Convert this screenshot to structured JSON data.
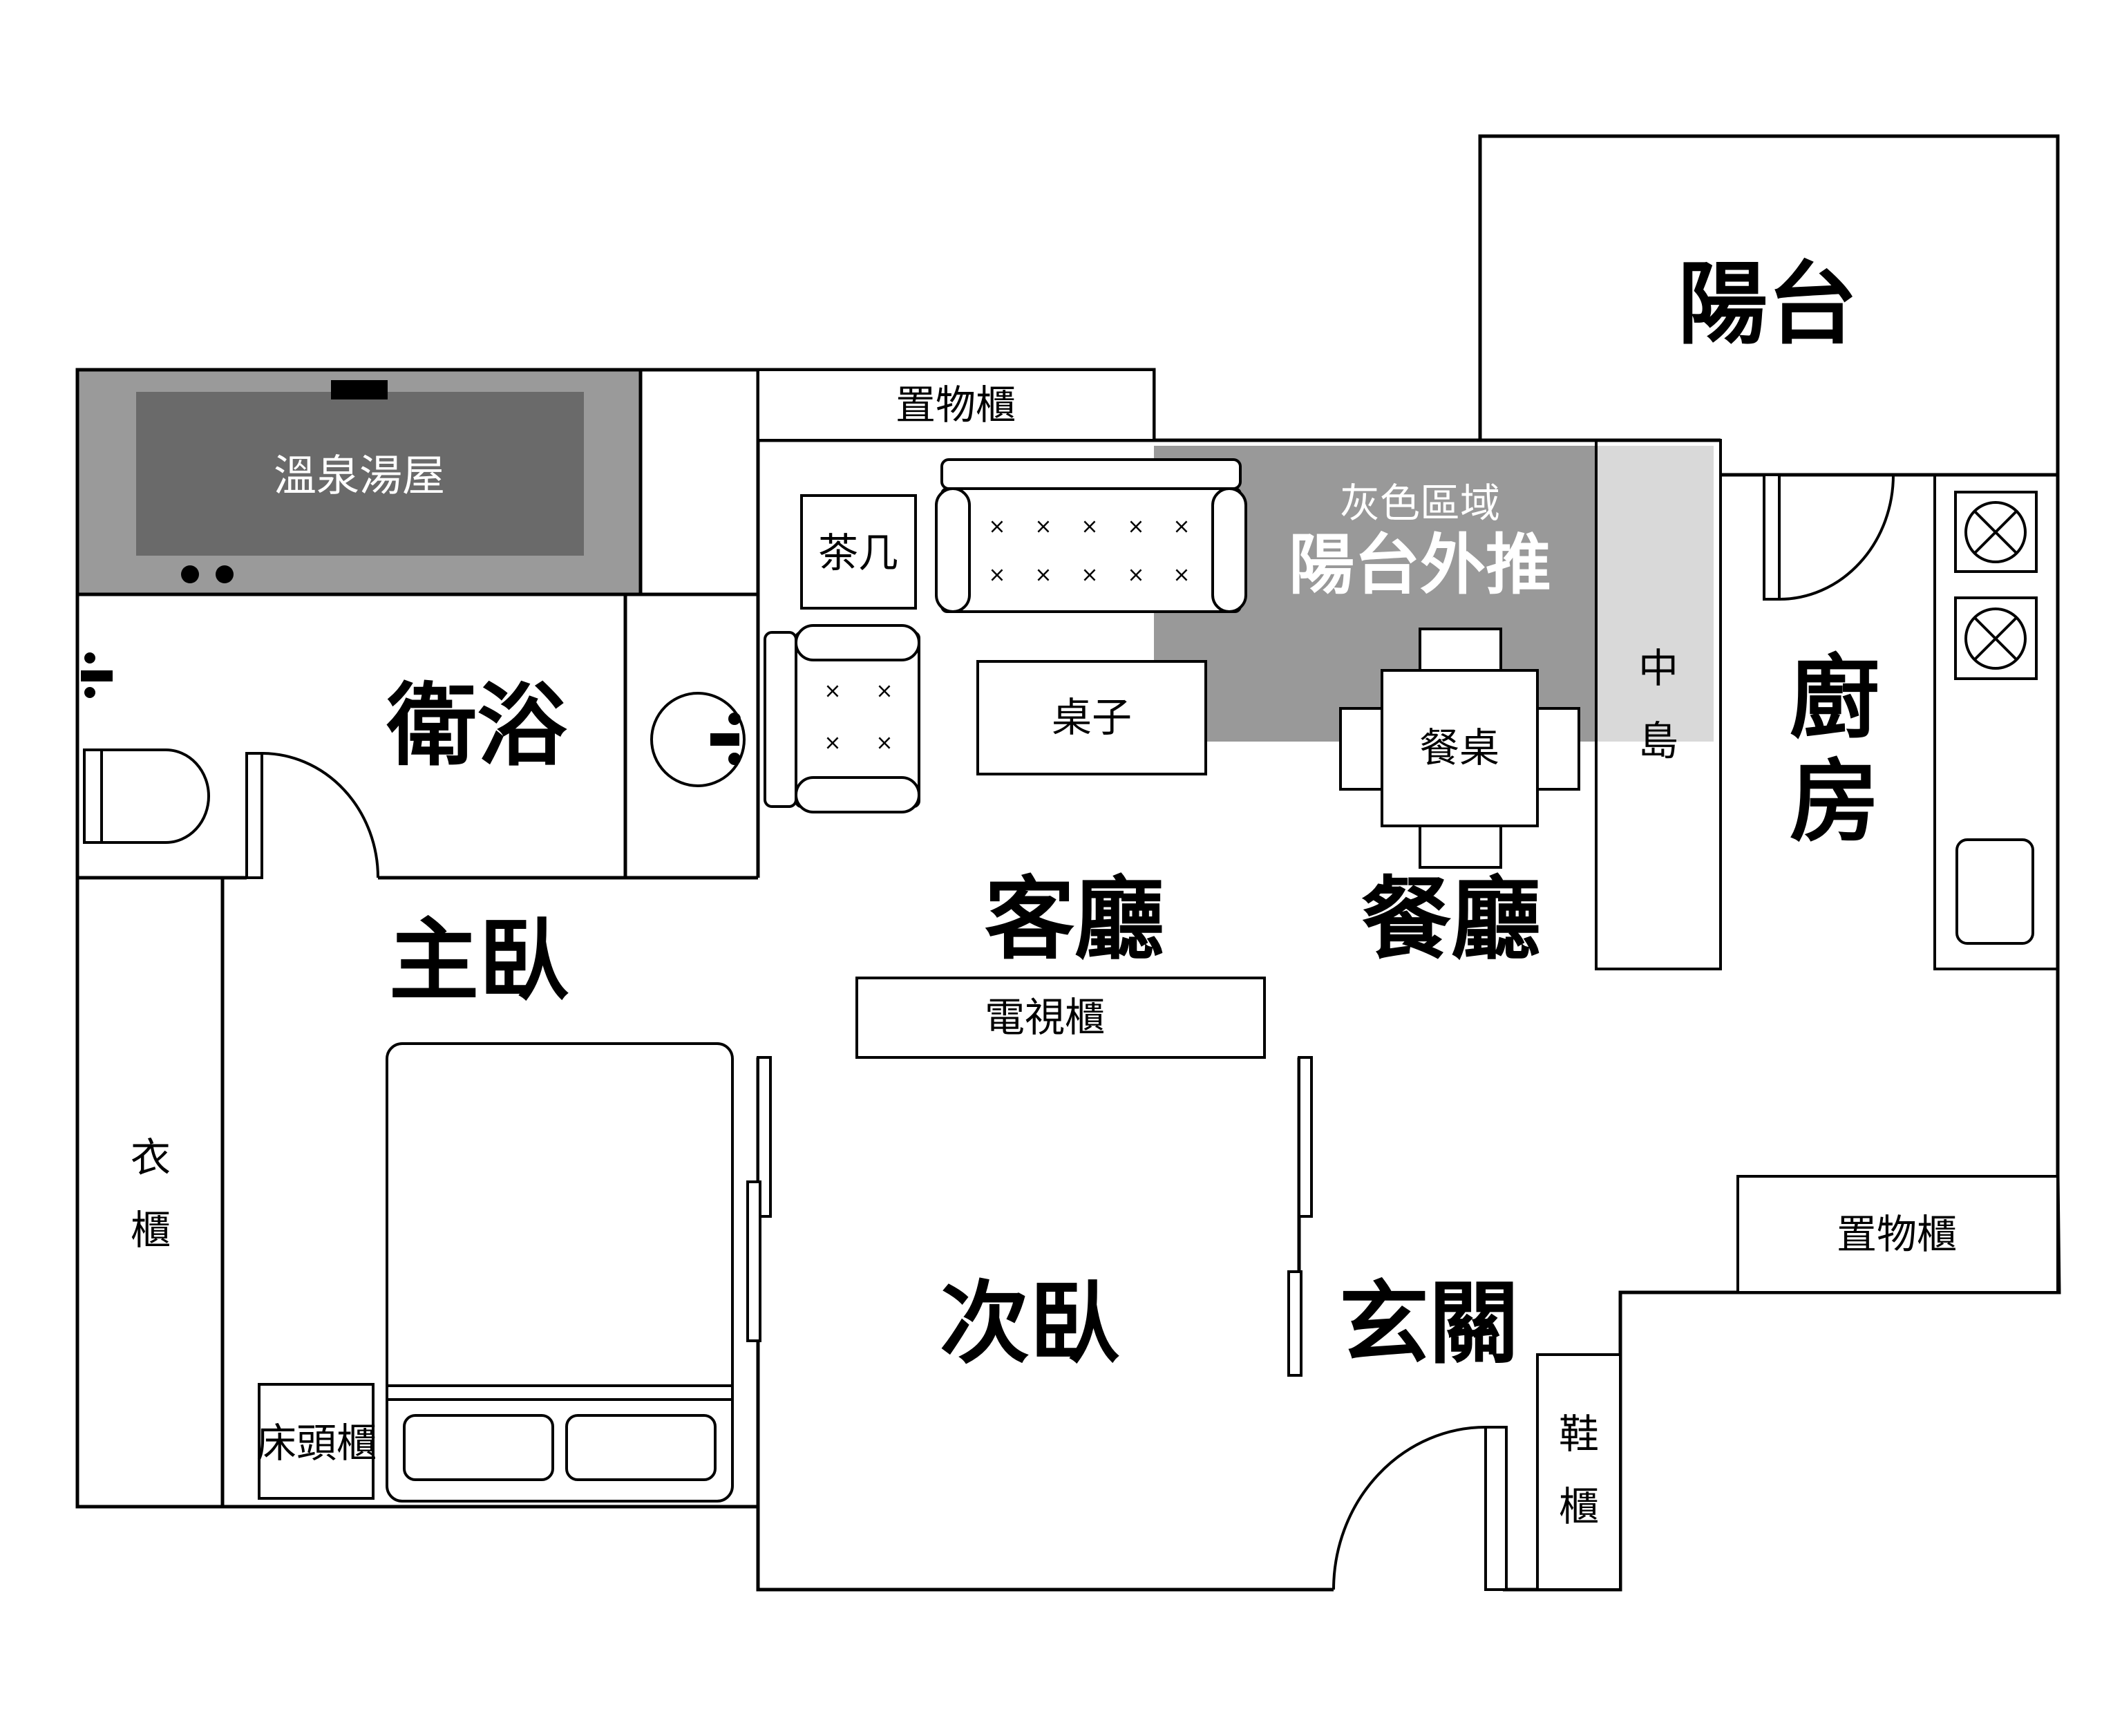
{
  "rooms": {
    "balcony": "陽台",
    "bathroom": "衛浴",
    "master_bedroom": "主臥",
    "living_room": "客廳",
    "dining_room": "餐廳",
    "kitchen": "廚房",
    "second_bedroom": "次臥",
    "entrance": "玄關",
    "hot_spring": "溫泉湯屋"
  },
  "furniture": {
    "storage_top": "置物櫃",
    "storage_right": "置物櫃",
    "coffee_table": "茶几",
    "table": "桌子",
    "dining_table": "餐桌",
    "tv_cabinet": "電視櫃",
    "wardrobe": [
      "衣",
      "櫃"
    ],
    "island": [
      "中",
      "島"
    ],
    "shoe_cabinet": [
      "鞋",
      "櫃"
    ],
    "nightstand": "床頭櫃"
  },
  "annotation": {
    "line1": "灰色區域",
    "line2": "陽台外推"
  },
  "colors": {
    "wall": "#000000",
    "hot_spring_frame": "#9a9a9a",
    "hot_spring_pool": "#6a6a6a",
    "extension_area": "#999999",
    "extension_light": "#d9d9d9"
  }
}
